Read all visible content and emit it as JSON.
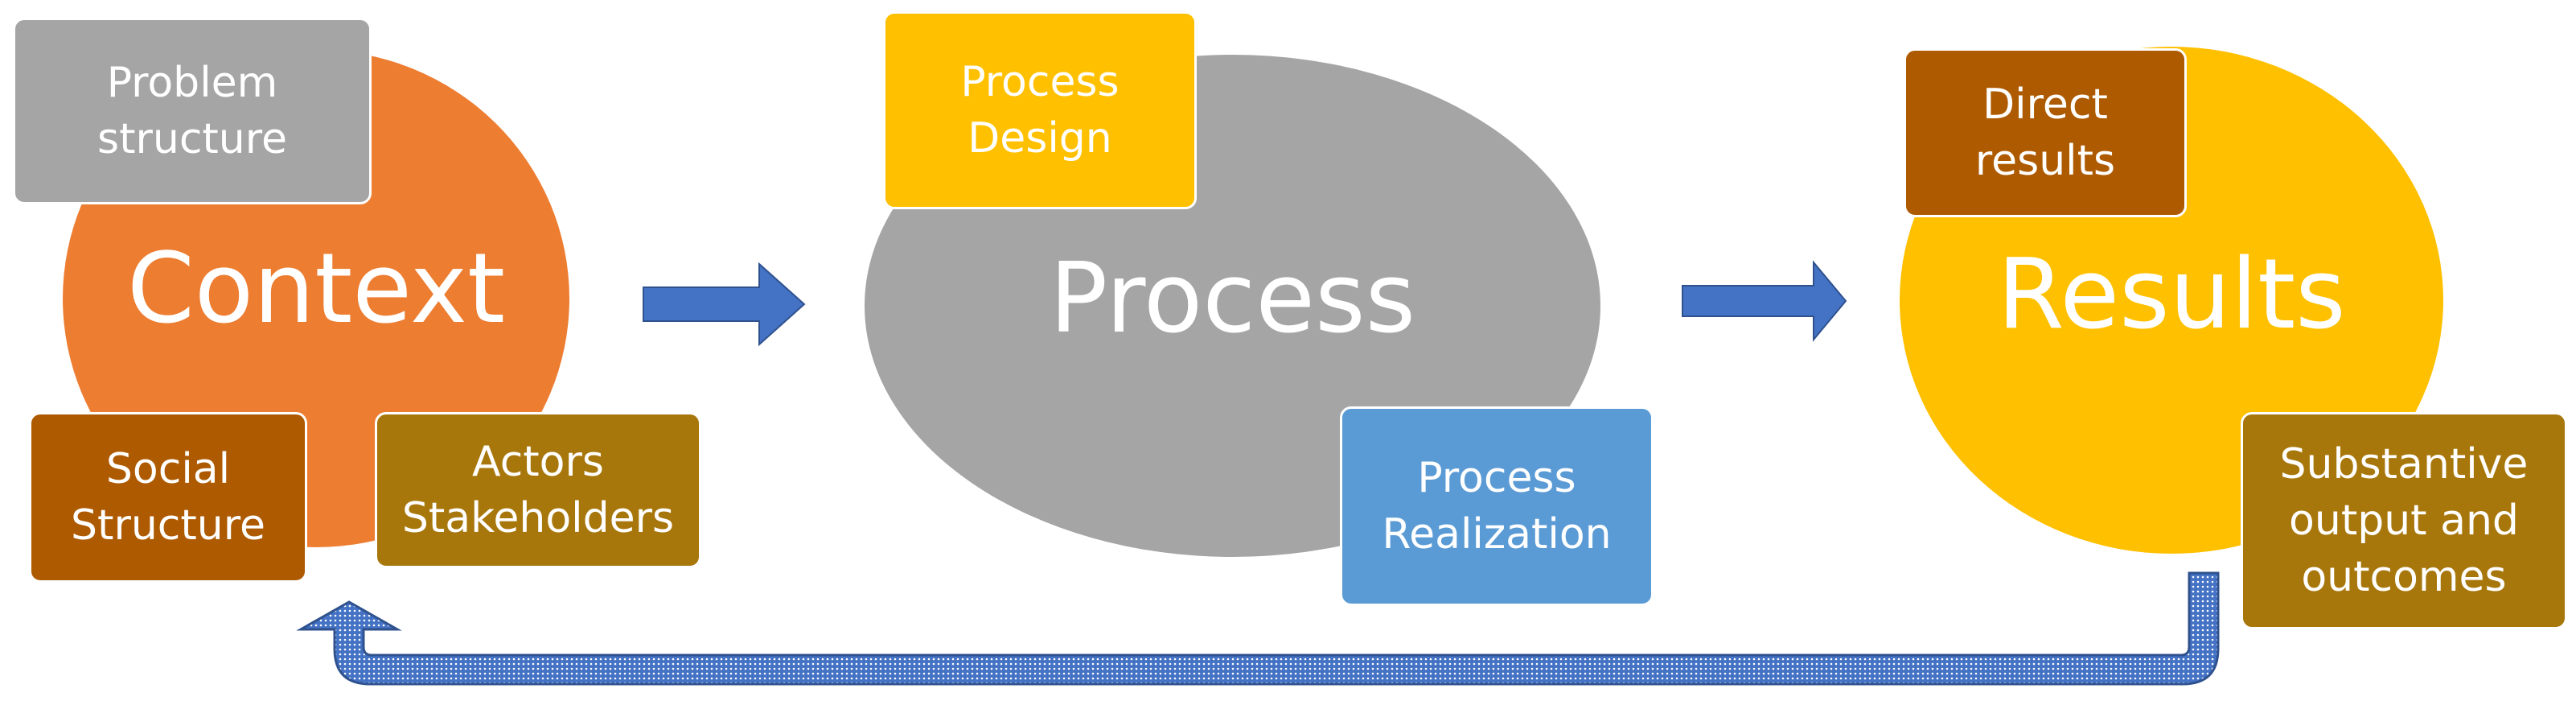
{
  "stages": {
    "context": {
      "title": "Context",
      "color": "#ED7D31"
    },
    "process": {
      "title": "Process",
      "color": "#A5A5A5"
    },
    "results": {
      "title": "Results",
      "color": "#FFC000"
    }
  },
  "boxes": {
    "problem_structure": {
      "lines": [
        "Problem",
        "structure"
      ],
      "color": "#A5A5A5"
    },
    "social_structure": {
      "lines": [
        "Social",
        "Structure"
      ],
      "color": "#AE5A00"
    },
    "actors_stakeholders": {
      "lines": [
        "Actors",
        "Stakeholders"
      ],
      "color": "#A8770C"
    },
    "process_design": {
      "lines": [
        "Process",
        "Design"
      ],
      "color": "#FFC000"
    },
    "process_realization": {
      "lines": [
        "Process",
        "Realization"
      ],
      "color": "#5B9BD5"
    },
    "direct_results": {
      "lines": [
        "Direct",
        "results"
      ],
      "color": "#AE5A00"
    },
    "substantive_output": {
      "lines": [
        "Substantive",
        "output and",
        "outcomes"
      ],
      "color": "#A8770C"
    }
  },
  "arrows": {
    "flow_color": "#4472C4",
    "feedback_color": "#4472C4"
  }
}
